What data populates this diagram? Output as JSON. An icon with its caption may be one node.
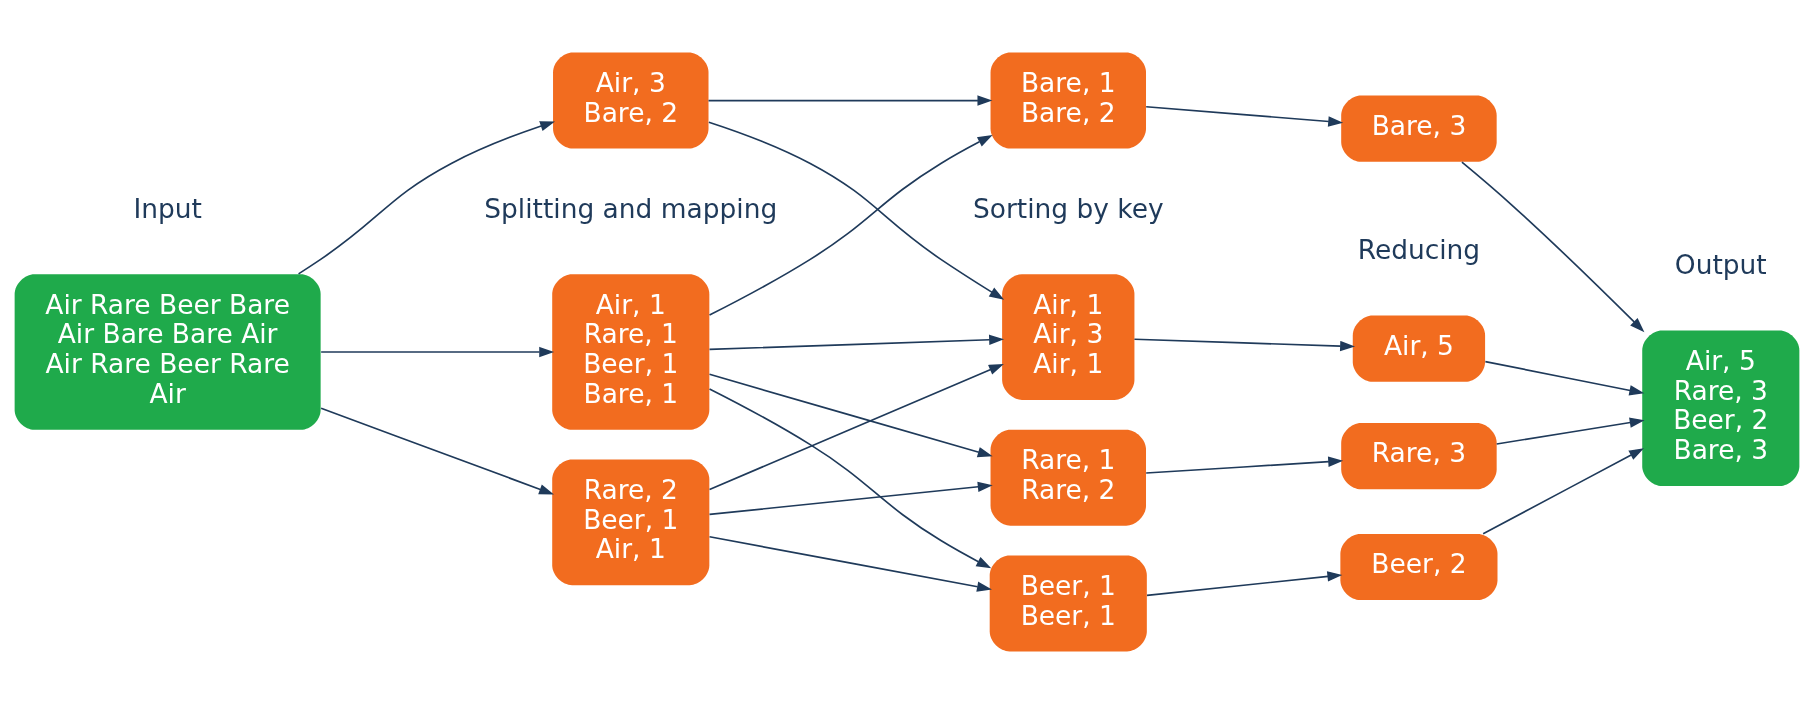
{
  "diagram": {
    "nodes": [
      {
        "text": [
          "Air Rare Beer Bare Air Bare Bare Air Air Rare Beer Rare Air"
        ]
      },
      {
        "text": [
          "Air, 1 Rare, 1 Beer, 1 Bare, 1"
        ]
      },
      {
        "text": [
          "Air, 3 Bare, 2"
        ]
      },
      {
        "text": [
          "Rare, 2 Beer, 1 Air, 1"
        ]
      },
      {
        "text": [
          "Air, 1 Air, 3 Air, 1"
        ]
      },
      {
        "text": [
          "Rare, 1 Rare, 2"
        ]
      },
      {
        "text": [
          "Beer, 1 Beer, 1"
        ]
      },
      {
        "text": [
          "Bare, 1 Bare, 2"
        ]
      },
      {
        "text": [
          "Air, 5"
        ]
      },
      {
        "text": [
          "Rare, 3"
        ]
      },
      {
        "text": [
          "Beer, 2"
        ]
      },
      {
        "text": [
          "Bare, 3"
        ]
      },
      {
        "text": [
          "Air, 5 Rare, 3 Beer, 2 Bare, 3"
        ]
      }
    ],
    "edges": [
      {
        "from": 0,
        "to": 1,
        "arrow": "to"
      },
      {
        "from": 0,
        "to": 2,
        "arrow": "to"
      },
      {
        "from": 0,
        "to": 3,
        "arrow": "to"
      },
      {
        "from": 1,
        "to": 4,
        "arrow": "to"
      },
      {
        "from": 1,
        "to": 5,
        "arrow": "to"
      },
      {
        "from": 1,
        "to": 6,
        "arrow": "to"
      },
      {
        "from": 1,
        "to": 7,
        "arrow": "to"
      },
      {
        "from": 2,
        "to": 4,
        "arrow": "to"
      },
      {
        "from": 2,
        "to": 7,
        "arrow": "to"
      },
      {
        "from": 3,
        "to": 4,
        "arrow": "to"
      },
      {
        "from": 3,
        "to": 5,
        "arrow": "to"
      },
      {
        "from": 3,
        "to": 6,
        "arrow": "to"
      },
      {
        "from": 4,
        "to": 8,
        "arrow": "to"
      },
      {
        "from": 5,
        "to": 9,
        "arrow": "to"
      },
      {
        "from": 6,
        "to": 10,
        "arrow": "to"
      },
      {
        "from": 7,
        "to": 11,
        "arrow": "to"
      },
      {
        "from": 8,
        "to": 12,
        "arrow": "to"
      },
      {
        "from": 9,
        "to": 12,
        "arrow": "to"
      },
      {
        "from": 10,
        "to": 12,
        "arrow": "to"
      },
      {
        "from": 11,
        "to": 12,
        "arrow": "to"
      }
    ],
    "labels": [
      "Input",
      "Splitting and mapping",
      "Sorting by key",
      "Reducing",
      "Output"
    ]
  }
}
